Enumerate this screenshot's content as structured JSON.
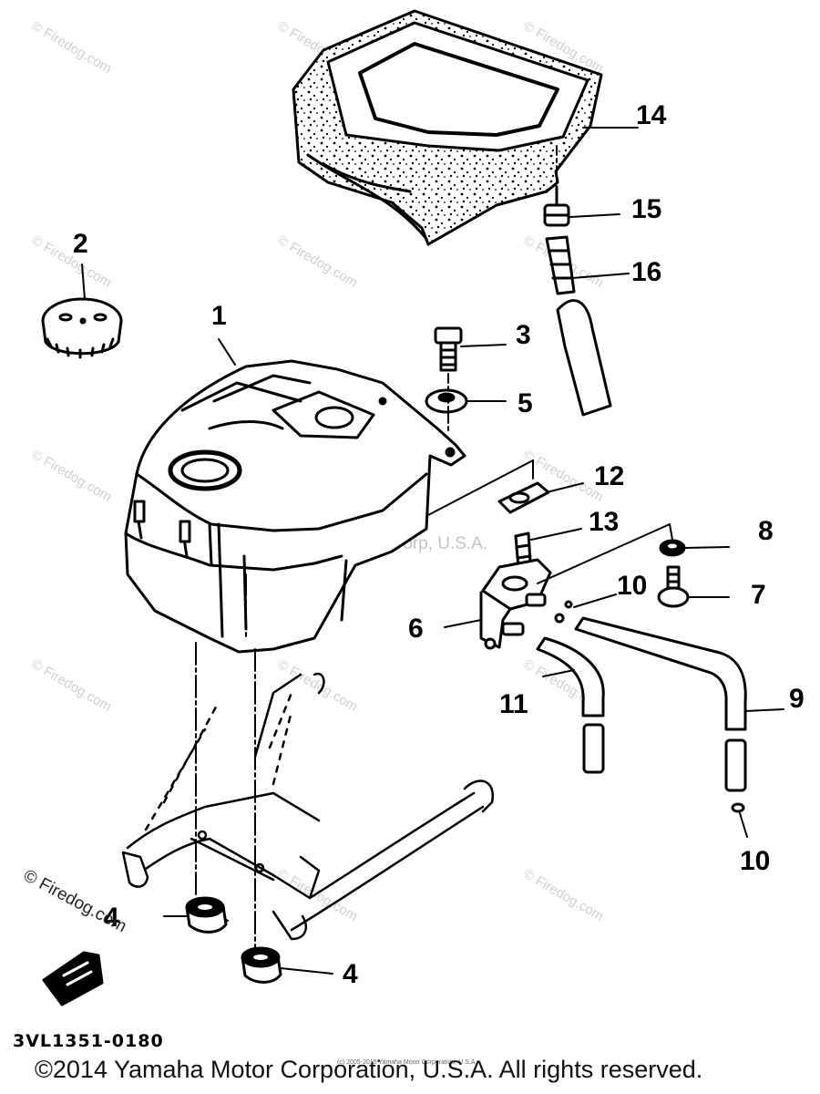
{
  "callouts": {
    "c1": "1",
    "c2": "2",
    "c3": "3",
    "c4a": "4",
    "c4b": "4",
    "c5": "5",
    "c6": "6",
    "c7": "7",
    "c8": "8",
    "c9": "9",
    "c10a": "10",
    "c10b": "10",
    "c11": "11",
    "c12": "12",
    "c13": "13",
    "c14": "14",
    "c15": "15",
    "c16": "16"
  },
  "watermark": {
    "text": "© Firedog.com",
    "center_text": "Yamaha Motor Corp, U.S.A."
  },
  "firedog_label": "© Firedog.com",
  "diagram_code": "3VL1351-0180",
  "tiny_credit": "(c) 2005-2015 Yamaha Motor Corporation, U.S.A.",
  "footer": "©2014 Yamaha Motor Corporation, U.S.A. All rights reserved."
}
